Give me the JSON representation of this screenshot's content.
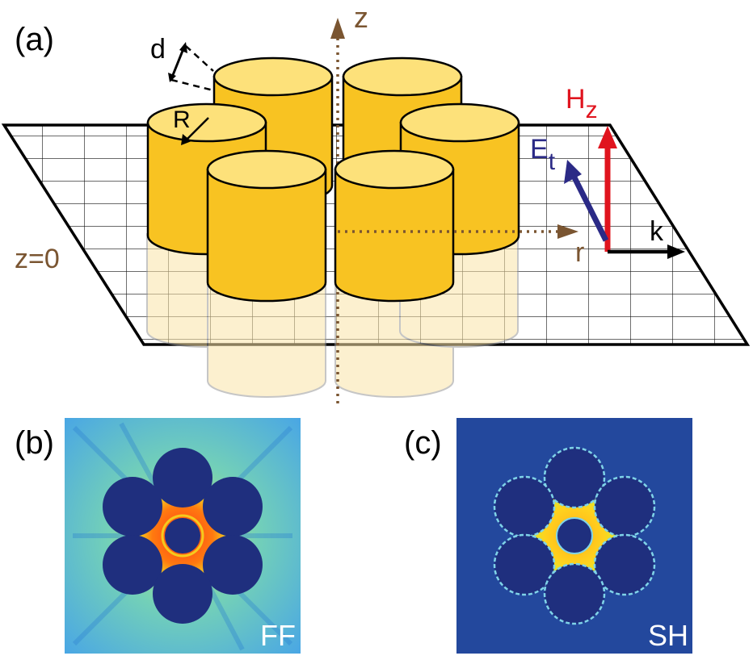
{
  "panels": {
    "a": {
      "label": "(a)",
      "symbols": {
        "d": "d",
        "R": "R",
        "z_axis": "z",
        "z_plane": "z=0",
        "r_axis": "r",
        "E_main": "E",
        "E_sub": "t",
        "H_main": "H",
        "H_sub": "z",
        "k": "k"
      }
    },
    "b": {
      "label": "(b)",
      "tag": "FF"
    },
    "c": {
      "label": "(c)",
      "tag": "SH"
    }
  },
  "colors": {
    "cylinder_top": "#fde17a",
    "cylinder_side": "#f8c322",
    "cylinder_ghost": "#fbe7b2",
    "axis_brown": "#7a5531",
    "H_red": "#e0141e",
    "E_blue": "#2b2a86",
    "map_dark_blue": "#1f2f7e"
  }
}
